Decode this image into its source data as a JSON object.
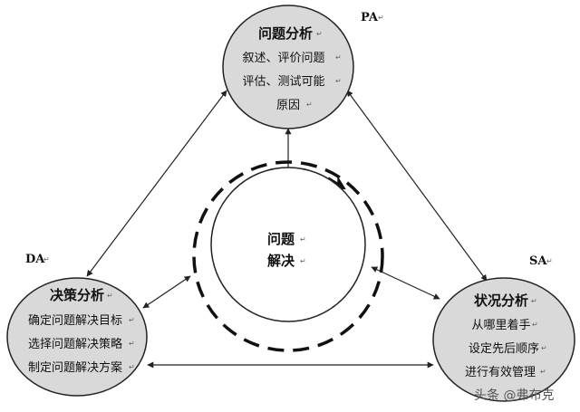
{
  "return_mark": "↵",
  "nodes": {
    "pa": {
      "title": "问题分析",
      "lines": [
        "叙述、评价问题",
        "评估、测试可能",
        "原因"
      ],
      "corner": "PA"
    },
    "center": {
      "lines": [
        "问题",
        "解决"
      ]
    },
    "da": {
      "title": "决策分析",
      "lines": [
        "确定问题解决目标",
        "选择问题解决策略",
        "制定问题解决方案"
      ],
      "corner": "DA"
    },
    "sa": {
      "title": "状况分析",
      "lines": [
        "从哪里着手",
        "设定先后顺序",
        "进行有效管理"
      ],
      "corner": "SA"
    }
  },
  "watermark": "头条 @弗布克",
  "colors": {
    "node_fill": "#d9d9d9",
    "stroke": "#222222"
  }
}
